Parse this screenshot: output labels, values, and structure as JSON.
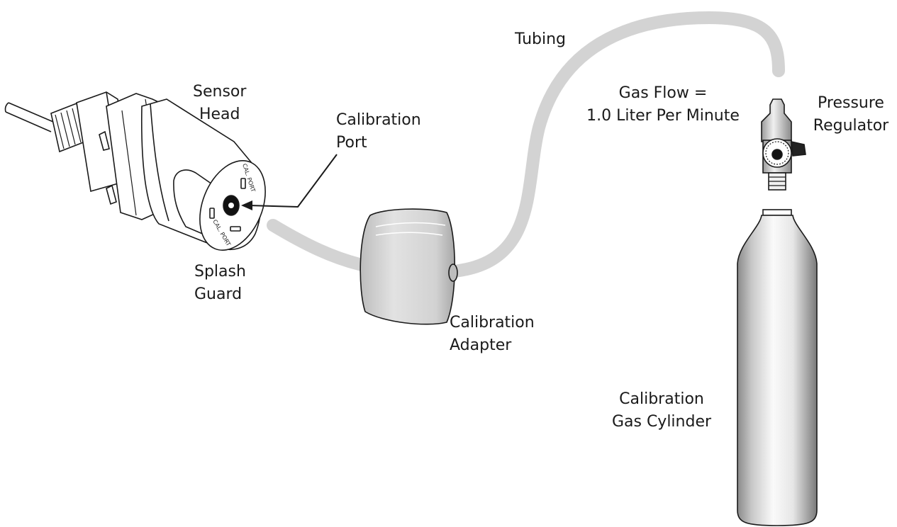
{
  "labels": {
    "sensor_head": [
      "Sensor",
      "Head"
    ],
    "calibration_port": [
      "Calibration",
      "Port"
    ],
    "splash_guard": [
      "Splash",
      "Guard"
    ],
    "calibration_adapter": [
      "Calibration",
      "Adapter"
    ],
    "tubing": "Tubing",
    "gas_flow": [
      "Gas Flow =",
      "1.0  Liter Per Minute"
    ],
    "pressure_regulator": [
      "Pressure",
      "Regulator"
    ],
    "calibration_gas_cylinder": [
      "Calibration",
      "Gas Cylinder"
    ]
  },
  "face_markings": {
    "top": "CAL. PORT",
    "bottom": "CAL. PORT"
  },
  "colors": {
    "tubing": "#d3d3d3",
    "line": "#1a1a1a",
    "adapter_fill": "#e0e0e0",
    "cylinder_mid": "#f4f4f4"
  }
}
